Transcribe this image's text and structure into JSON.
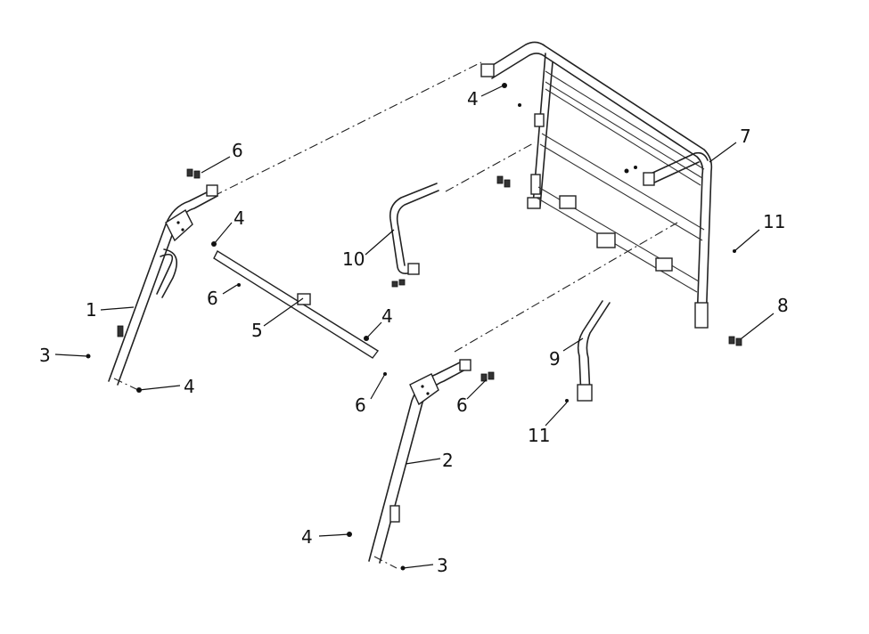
{
  "callouts": {
    "c1": "1",
    "c2": "2",
    "c3a": "3",
    "c3b": "3",
    "c4a": "4",
    "c4b": "4",
    "c4c": "4",
    "c4d": "4",
    "c4e": "4",
    "c5": "5",
    "c6a": "6",
    "c6b": "6",
    "c6c": "6",
    "c6d": "6",
    "c7": "7",
    "c8": "8",
    "c9": "9",
    "c10": "10",
    "c11a": "11",
    "c11b": "11"
  },
  "colors": {
    "line": "#222222",
    "background": "#ffffff"
  }
}
